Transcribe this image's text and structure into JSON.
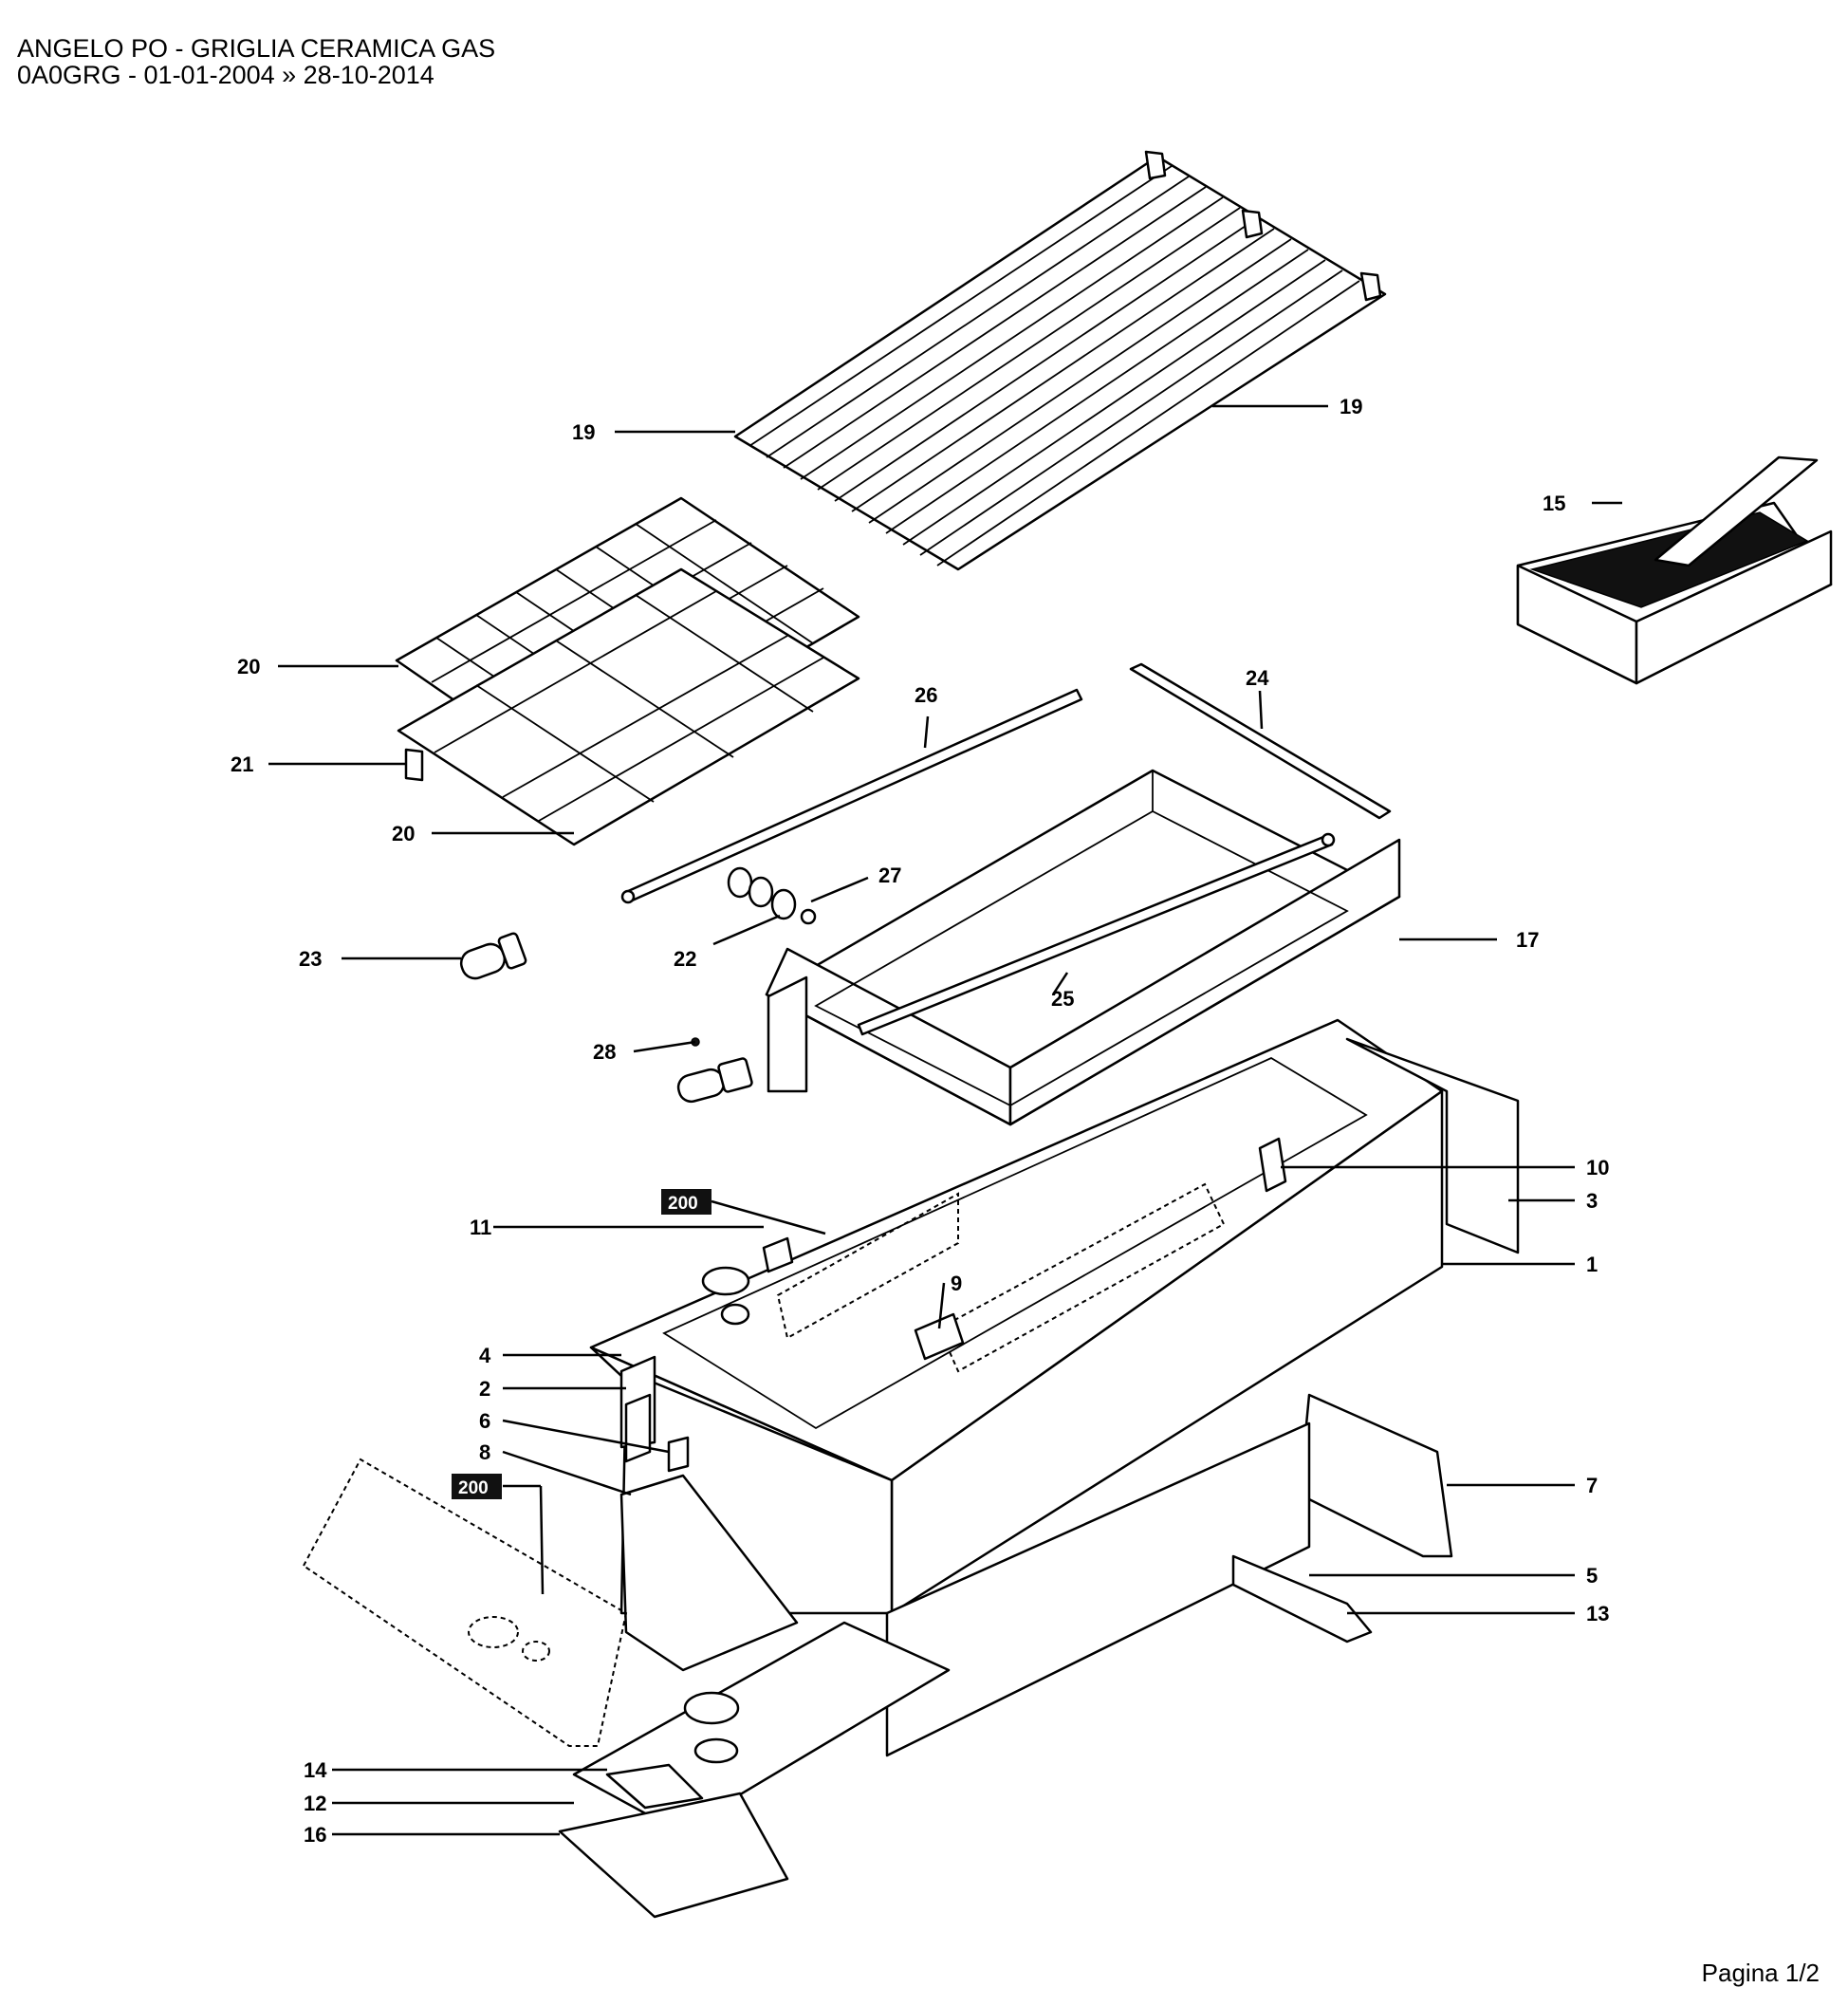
{
  "header": {
    "line1": "ANGELO PO - GRIGLIA CERAMICA GAS",
    "line2": "0A0GRG - 01-01-2004 » 28-10-2014"
  },
  "footer": {
    "page": "Pagina 1/2"
  },
  "callouts": {
    "c1": "1",
    "c2": "2",
    "c3": "3",
    "c4": "4",
    "c5": "5",
    "c6": "6",
    "c7": "7",
    "c8": "8",
    "c9": "9",
    "c10": "10",
    "c11": "11",
    "c12": "12",
    "c13": "13",
    "c14": "14",
    "c15": "15",
    "c16": "16",
    "c17": "17",
    "c19a": "19",
    "c19b": "19",
    "c20a": "20",
    "c20b": "20",
    "c21": "21",
    "c22": "22",
    "c23": "23",
    "c24": "24",
    "c25": "25",
    "c26": "26",
    "c27": "27",
    "c28": "28",
    "tag200a": "200",
    "tag200b": "200"
  }
}
